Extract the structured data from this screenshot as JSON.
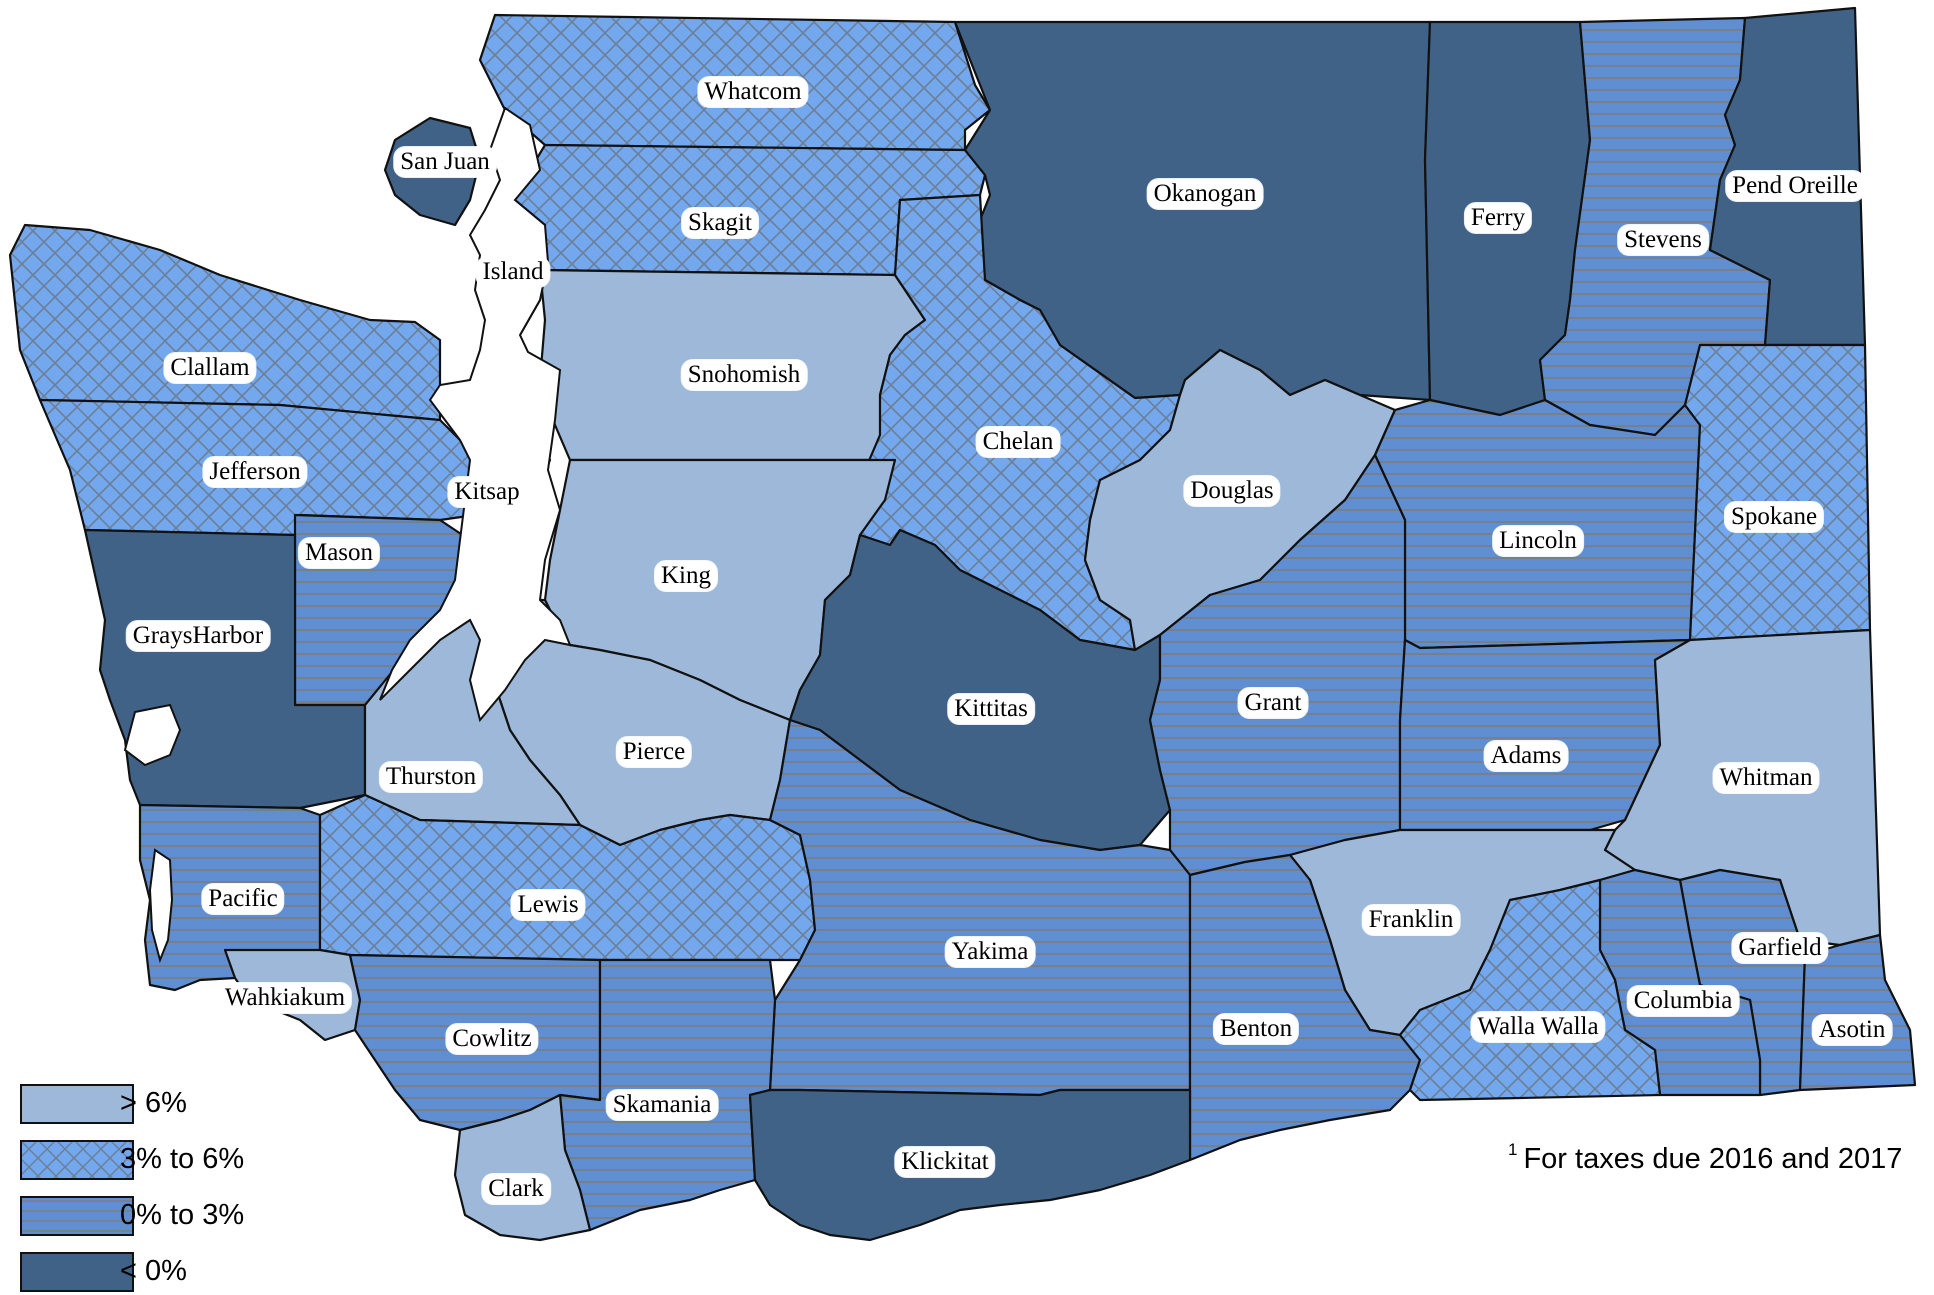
{
  "legend": [
    {
      "key": "gt6",
      "label": "> 6%",
      "color": "#9db8d8",
      "pattern": "none"
    },
    {
      "key": "3to6",
      "label": "3% to 6%",
      "color": "#74a8ee",
      "pattern": "crosshatch"
    },
    {
      "key": "0to3",
      "label": "0% to 3%",
      "color": "#5f8fd2",
      "pattern": "horizontal"
    },
    {
      "key": "lt0",
      "label": "< 0%",
      "color": "#416287",
      "pattern": "none"
    }
  ],
  "footnote": {
    "marker": "1",
    "text": "For taxes due 2016 and 2017"
  },
  "counties": {
    "whatcom": {
      "name": "Whatcom",
      "class": "3to6"
    },
    "san_juan": {
      "name": "San Juan",
      "class": "lt0"
    },
    "skagit": {
      "name": "Skagit",
      "class": "3to6"
    },
    "island": {
      "name": "Island",
      "class": "3to6"
    },
    "okanogan": {
      "name": "Okanogan",
      "class": "lt0"
    },
    "ferry": {
      "name": "Ferry",
      "class": "lt0"
    },
    "stevens": {
      "name": "Stevens",
      "class": "0to3"
    },
    "pend_oreille": {
      "name": "Pend Oreille",
      "class": "lt0"
    },
    "clallam": {
      "name": "Clallam",
      "class": "3to6"
    },
    "snohomish": {
      "name": "Snohomish",
      "class": "gt6"
    },
    "chelan": {
      "name": "Chelan",
      "class": "3to6"
    },
    "jefferson": {
      "name": "Jefferson",
      "class": "3to6"
    },
    "kitsap": {
      "name": "Kitsap",
      "class": "gt6"
    },
    "douglas": {
      "name": "Douglas",
      "class": "gt6"
    },
    "lincoln": {
      "name": "Lincoln",
      "class": "0to3"
    },
    "spokane": {
      "name": "Spokane",
      "class": "3to6"
    },
    "mason": {
      "name": "Mason",
      "class": "0to3"
    },
    "king": {
      "name": "King",
      "class": "gt6"
    },
    "grays_harbor": {
      "name": "GraysHarbor",
      "class": "lt0"
    },
    "kittitas": {
      "name": "Kittitas",
      "class": "lt0"
    },
    "grant": {
      "name": "Grant",
      "class": "0to3"
    },
    "adams": {
      "name": "Adams",
      "class": "0to3"
    },
    "whitman": {
      "name": "Whitman",
      "class": "gt6"
    },
    "pierce": {
      "name": "Pierce",
      "class": "gt6"
    },
    "thurston": {
      "name": "Thurston",
      "class": "gt6"
    },
    "pacific": {
      "name": "Pacific",
      "class": "0to3"
    },
    "lewis": {
      "name": "Lewis",
      "class": "3to6"
    },
    "yakima": {
      "name": "Yakima",
      "class": "0to3"
    },
    "franklin": {
      "name": "Franklin",
      "class": "gt6"
    },
    "garfield": {
      "name": "Garfield",
      "class": "0to3"
    },
    "wahkiakum": {
      "name": "Wahkiakum",
      "class": "gt6"
    },
    "columbia": {
      "name": "Columbia",
      "class": "0to3"
    },
    "benton": {
      "name": "Benton",
      "class": "0to3"
    },
    "walla_walla": {
      "name": "Walla Walla",
      "class": "3to6"
    },
    "asotin": {
      "name": "Asotin",
      "class": "0to3"
    },
    "cowlitz": {
      "name": "Cowlitz",
      "class": "0to3"
    },
    "skamania": {
      "name": "Skamania",
      "class": "0to3"
    },
    "klickitat": {
      "name": "Klickitat",
      "class": "lt0"
    },
    "clark": {
      "name": "Clark",
      "class": "gt6"
    }
  }
}
